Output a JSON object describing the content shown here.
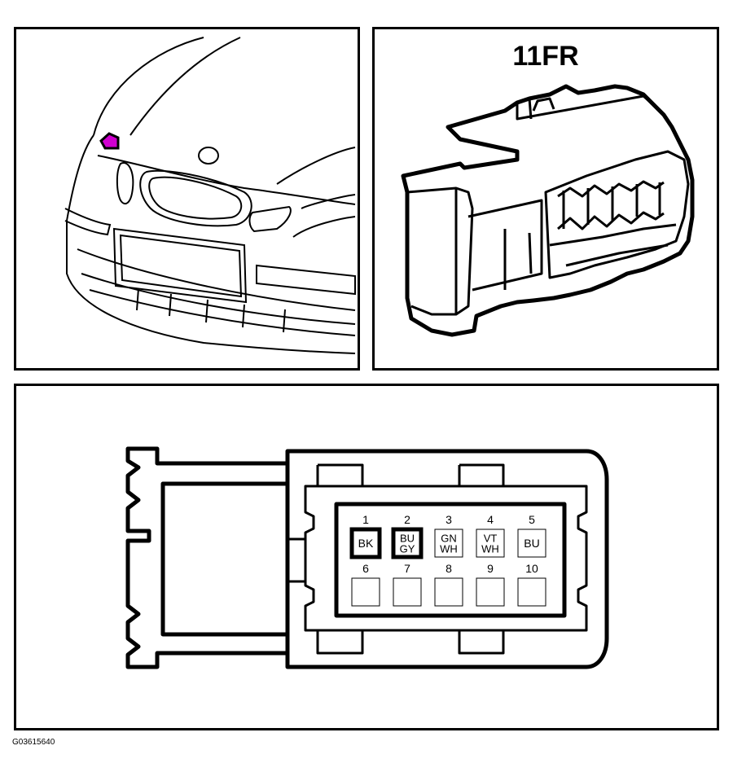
{
  "connector": {
    "title": "11FR"
  },
  "pinout": {
    "pins": [
      {
        "num": "1",
        "wire": "BK",
        "highlight": true
      },
      {
        "num": "2",
        "wire": "BU\nGY",
        "highlight": true
      },
      {
        "num": "3",
        "wire": "GN\nWH",
        "highlight": false
      },
      {
        "num": "4",
        "wire": "VT\nWH",
        "highlight": false
      },
      {
        "num": "5",
        "wire": "BU",
        "highlight": false
      },
      {
        "num": "6",
        "wire": "",
        "highlight": false
      },
      {
        "num": "7",
        "wire": "",
        "highlight": false
      },
      {
        "num": "8",
        "wire": "",
        "highlight": false
      },
      {
        "num": "9",
        "wire": "",
        "highlight": false
      },
      {
        "num": "10",
        "wire": "",
        "highlight": false
      }
    ]
  },
  "location_marker_color": "#d000d0",
  "figure_id": "G03615640"
}
